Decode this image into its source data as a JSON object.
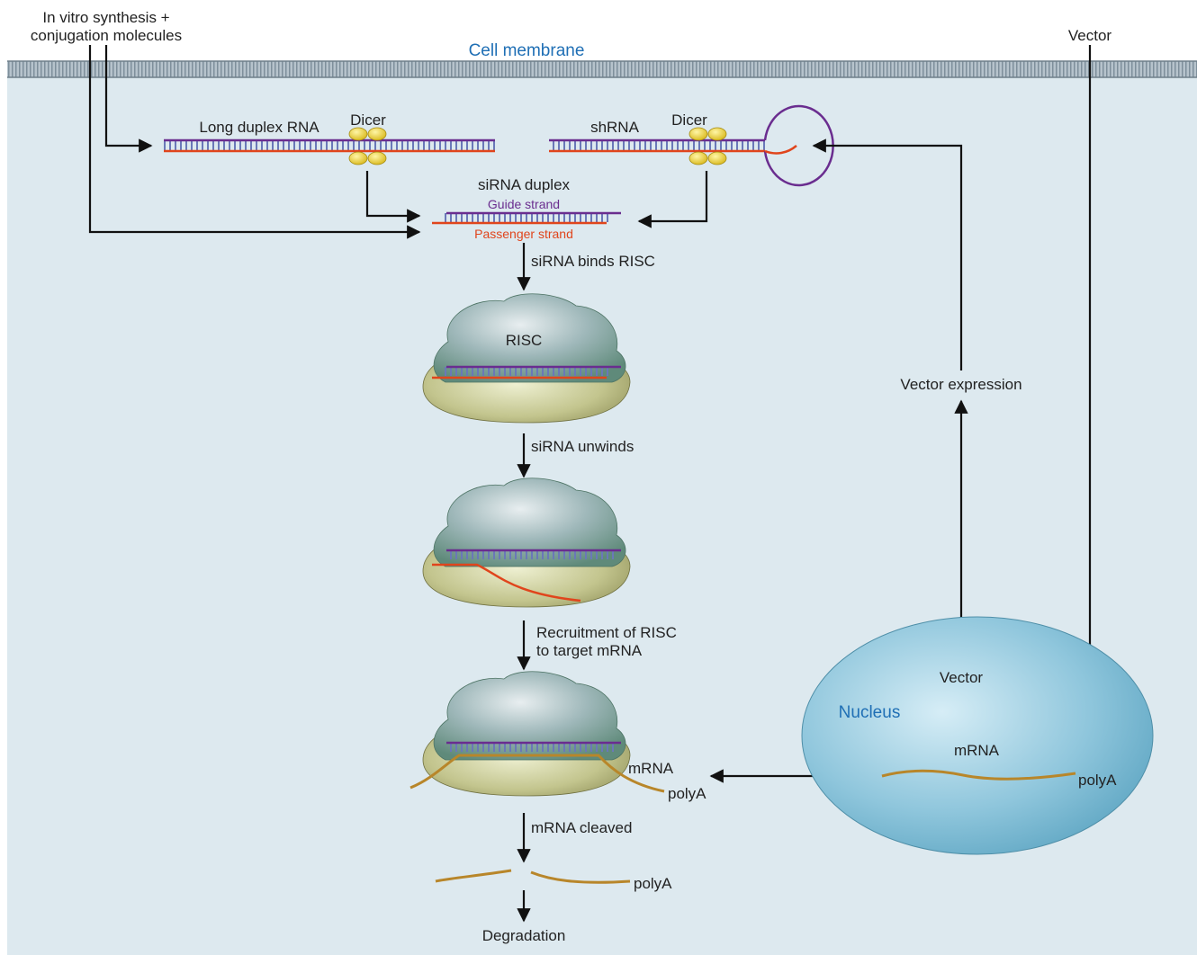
{
  "labels": {
    "in_vitro_line1": "In vitro synthesis +",
    "in_vitro_line2": "conjugation molecules",
    "cell_membrane": "Cell membrane",
    "vector_top": "Vector",
    "long_duplex_rna": "Long duplex RNA",
    "dicer_left": "Dicer",
    "shrna": "shRNA",
    "dicer_right": "Dicer",
    "sirna_duplex": "siRNA duplex",
    "guide_strand": "Guide strand",
    "passenger_strand": "Passenger strand",
    "sirna_binds_risc": "siRNA binds RISC",
    "risc": "RISC",
    "sirna_unwinds": "siRNA unwinds",
    "recruitment_line1": "Recruitment of RISC",
    "recruitment_line2": "to target mRNA",
    "mrna_on_risc": "mRNA",
    "polya_on_risc": "polyA",
    "mrna_cleaved": "mRNA cleaved",
    "polya_cleaved": "polyA",
    "degradation": "Degradation",
    "vector_expression": "Vector expression",
    "vector_nucleus": "Vector",
    "nucleus": "Nucleus",
    "mrna_nucleus": "mRNA",
    "polya_nucleus": "polyA"
  },
  "colors": {
    "cytoplasm": "#dde9ef",
    "membrane": "#9fb0bc",
    "guide_strand": "#6a2d8f",
    "passenger_strand": "#e0451c",
    "mrna": "#b8862a",
    "dicer": "#f1d52c",
    "nucleus": "#8cc4db",
    "label_blue": "#1f6fb5"
  }
}
